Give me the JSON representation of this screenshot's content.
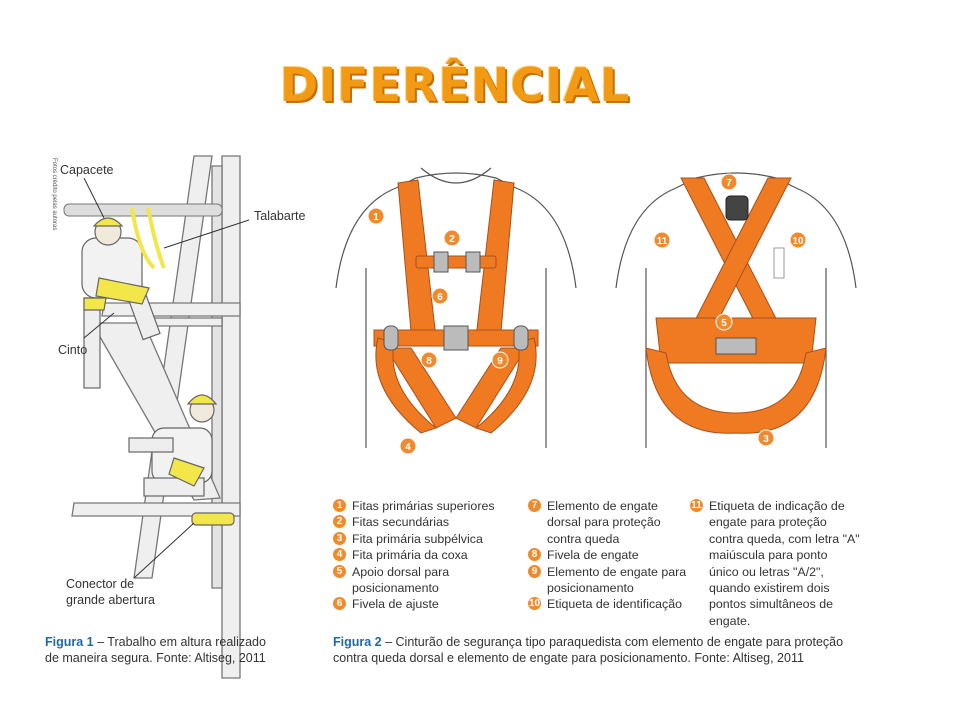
{
  "slide": {
    "title": "DIFERÊNCIAL"
  },
  "figure1": {
    "labels": {
      "capacete": "Capacete",
      "talabarte": "Talabarte",
      "cinto": "Cinto",
      "conector_line1": "Conector de",
      "conector_line2": "grande abertura",
      "credit": "Fotos crédito pelas autoras"
    },
    "caption_label": "Figura 1",
    "caption_line1": " – Trabalho em altura realizado",
    "caption_line2": "de maneira segura. Fonte: Altiseg, 2011"
  },
  "figure2": {
    "front_markers": [
      "1",
      "2",
      "6",
      "8",
      "9",
      "4"
    ],
    "back_markers": [
      "7",
      "11",
      "10",
      "5",
      "3"
    ],
    "legend": [
      {
        "n": "1",
        "text": "Fitas primárias superiores"
      },
      {
        "n": "2",
        "text": "Fitas secundárias"
      },
      {
        "n": "3",
        "text": "Fita primária subpélvica"
      },
      {
        "n": "4",
        "text": "Fita primária da coxa"
      },
      {
        "n": "5",
        "text": "Apoio dorsal para posicionamento"
      },
      {
        "n": "6",
        "text": "Fivela de ajuste"
      },
      {
        "n": "7",
        "text": "Elemento de engate dorsal para proteção contra queda"
      },
      {
        "n": "8",
        "text": "Fivela de engate"
      },
      {
        "n": "9",
        "text": "Elemento de engate para posicionamento"
      },
      {
        "n": "10",
        "text": "Etiqueta de identificação"
      },
      {
        "n": "11",
        "text": "Etiqueta de indicação de engate para proteção contra queda, com letra \"A\" maiúscula para ponto único ou letras \"A/2\", quando existirem dois pontos simultâneos de engate."
      }
    ],
    "caption_label": "Figura 2",
    "caption_line1": " – Cinturão de segurança tipo paraquedista com elemento de engate para proteção",
    "caption_line2": "contra queda dorsal e elemento de engate para posicionamento. Fonte: Altiseg, 2011"
  },
  "colors": {
    "title": "#f29a14",
    "harness": "#f07a22",
    "marker": "#f08a2c",
    "caption_label": "#1f6aa5",
    "helmet": "#f2e64a"
  }
}
